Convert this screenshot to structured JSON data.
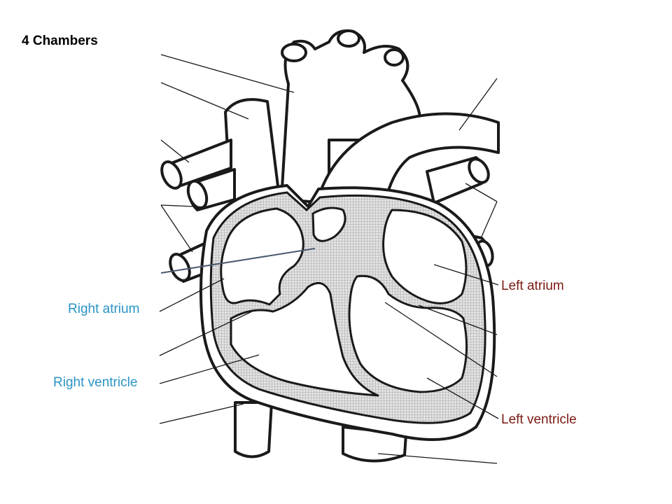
{
  "title": "4 Chambers",
  "labels": {
    "right_atrium": "Right atrium",
    "right_ventricle": "Right ventricle",
    "left_atrium": "Left atrium",
    "left_ventricle": "Left ventricle"
  },
  "colors": {
    "left_label": "#2a94c6",
    "right_label": "#7a1a12",
    "outline": "#1a1a1a",
    "wall_fill": "#c8c8c8",
    "highlight_pointer": "#4a5a6e"
  }
}
